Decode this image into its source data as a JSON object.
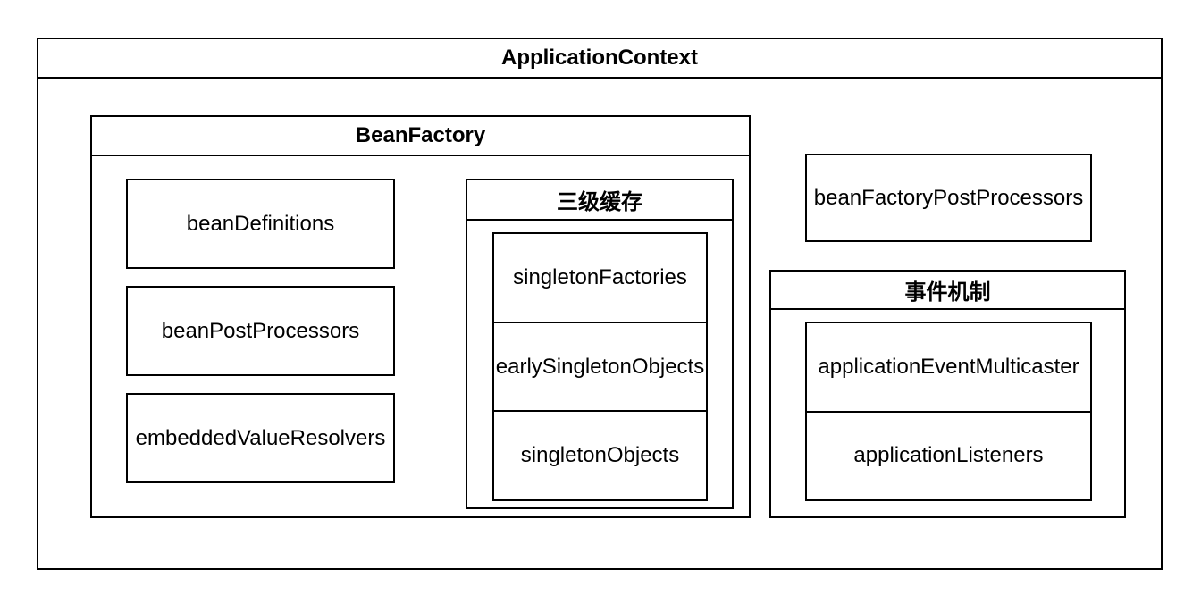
{
  "colors": {
    "border": "#000000",
    "background": "#ffffff",
    "text": "#000000"
  },
  "app_context": {
    "title": "ApplicationContext"
  },
  "bean_factory": {
    "title": "BeanFactory",
    "items": [
      "beanDefinitions",
      "beanPostProcessors",
      "embeddedValueResolvers"
    ],
    "cache": {
      "title": "三级缓存",
      "levels": [
        "singletonFactories",
        "earlySingletonObjects",
        "singletonObjects"
      ]
    }
  },
  "bean_factory_post_processors": {
    "label": "beanFactoryPostProcessors"
  },
  "event_mechanism": {
    "title": "事件机制",
    "items": [
      "applicationEventMulticaster",
      "applicationListeners"
    ]
  }
}
